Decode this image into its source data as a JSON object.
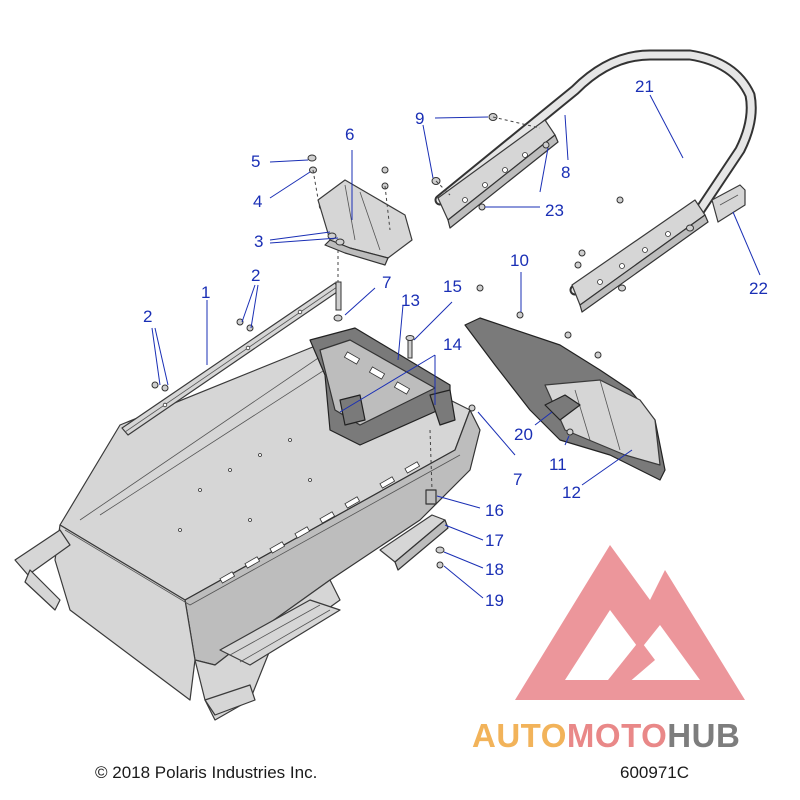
{
  "callouts": [
    {
      "id": "1",
      "label": "1"
    },
    {
      "id": "2a",
      "label": "2"
    },
    {
      "id": "2b",
      "label": "2"
    },
    {
      "id": "3",
      "label": "3"
    },
    {
      "id": "4",
      "label": "4"
    },
    {
      "id": "5",
      "label": "5"
    },
    {
      "id": "6",
      "label": "6"
    },
    {
      "id": "7a",
      "label": "7"
    },
    {
      "id": "7b",
      "label": "7"
    },
    {
      "id": "8",
      "label": "8"
    },
    {
      "id": "9",
      "label": "9"
    },
    {
      "id": "10",
      "label": "10"
    },
    {
      "id": "11",
      "label": "11"
    },
    {
      "id": "12",
      "label": "12"
    },
    {
      "id": "13",
      "label": "13"
    },
    {
      "id": "14",
      "label": "14"
    },
    {
      "id": "15",
      "label": "15"
    },
    {
      "id": "16",
      "label": "16"
    },
    {
      "id": "17",
      "label": "17"
    },
    {
      "id": "18",
      "label": "18"
    },
    {
      "id": "19",
      "label": "19"
    },
    {
      "id": "20",
      "label": "20"
    },
    {
      "id": "21",
      "label": "21"
    },
    {
      "id": "22",
      "label": "22"
    },
    {
      "id": "23",
      "label": "23"
    }
  ],
  "footer": {
    "copyright": "© 2018 Polaris Industries Inc.",
    "diagram_id": "600971C"
  },
  "watermark": {
    "part_a": "AUTO",
    "part_b": "MOTO",
    "part_c": "HUB",
    "color_a": "#f2b35a",
    "color_b": "#e98888",
    "color_c": "#7d7d7d",
    "logo_color": "#e9848a"
  },
  "colors": {
    "callout": "#1a2fb5",
    "part_fill": "#d6d6d6",
    "part_dark": "#7a7a7a"
  }
}
